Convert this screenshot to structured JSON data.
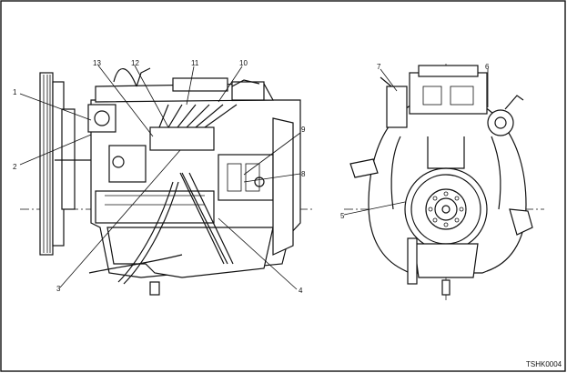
{
  "figure": {
    "reference_code": "TSHK0004",
    "callouts": [
      {
        "id": "callout-1",
        "label": "1"
      },
      {
        "id": "callout-2",
        "label": "2"
      },
      {
        "id": "callout-3",
        "label": "3"
      },
      {
        "id": "callout-4",
        "label": "4"
      },
      {
        "id": "callout-5",
        "label": "5"
      },
      {
        "id": "callout-6",
        "label": "6"
      },
      {
        "id": "callout-7",
        "label": "7"
      },
      {
        "id": "callout-8",
        "label": "8"
      },
      {
        "id": "callout-9",
        "label": "9"
      },
      {
        "id": "callout-10",
        "label": "10"
      },
      {
        "id": "callout-11",
        "label": "11"
      },
      {
        "id": "callout-12",
        "label": "12"
      },
      {
        "id": "callout-13",
        "label": "13"
      }
    ]
  }
}
